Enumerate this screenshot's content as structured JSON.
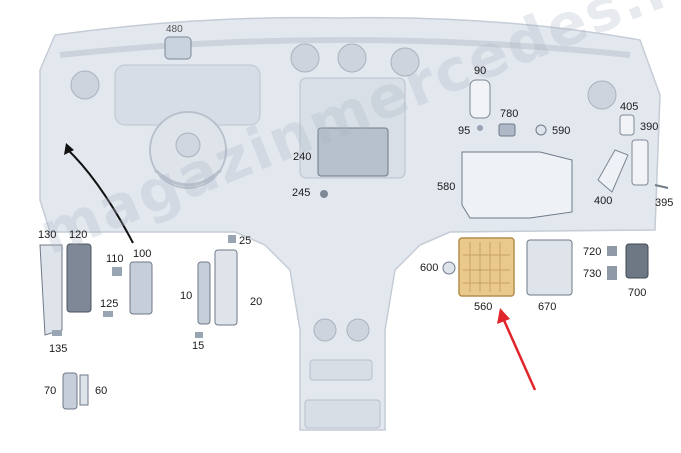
{
  "watermark": "magazinmercedes.ru",
  "colors": {
    "dashboard_fill": "#e3e8ef",
    "dashboard_stroke": "#c5ccd6",
    "part_fill": "#aeb8c6",
    "part_stroke": "#6f7a88",
    "highlight_fill": "#e9c98c",
    "highlight_stroke": "#b58d4a",
    "arrow_red": "#e0262a",
    "arrow_black": "#111111"
  },
  "callouts": {
    "c480": "480",
    "c90": "90",
    "c95": "95",
    "c780": "780",
    "c590": "590",
    "c405": "405",
    "c390": "390",
    "c395": "395",
    "c400": "400",
    "c240": "240",
    "c245": "245",
    "c580": "580",
    "c130": "130",
    "c120": "120",
    "c100": "100",
    "c110": "110",
    "c125": "125",
    "c135": "135",
    "c25": "25",
    "c10": "10",
    "c20": "20",
    "c15": "15",
    "c600": "600",
    "c560": "560",
    "c670": "670",
    "c720": "720",
    "c730": "730",
    "c700": "700",
    "c70": "70",
    "c60": "60"
  }
}
